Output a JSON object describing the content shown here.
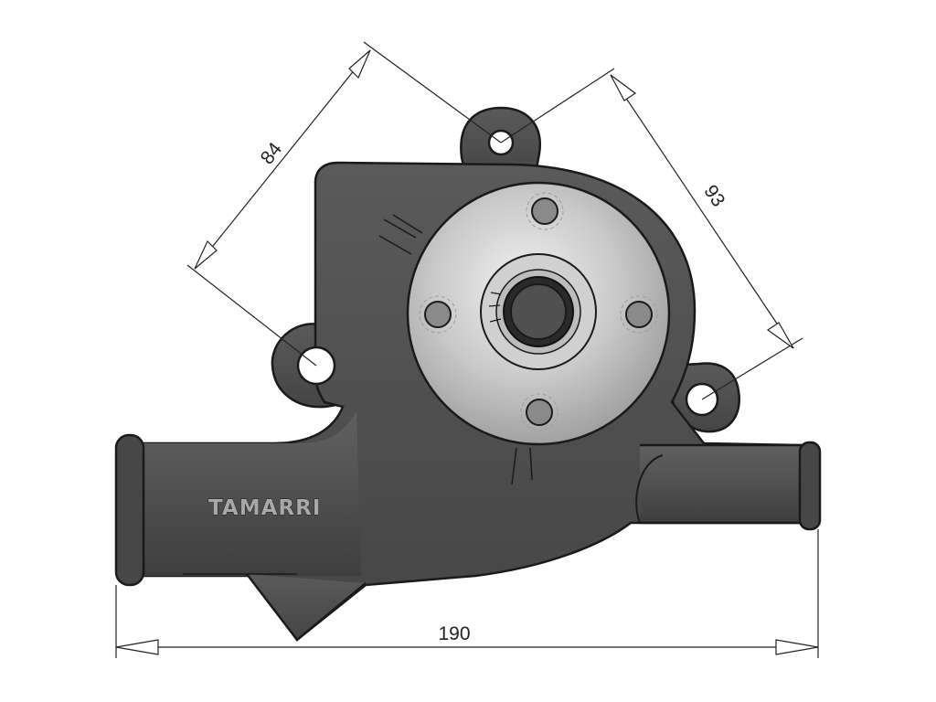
{
  "brand": {
    "name": "TAMARRI",
    "color": "#a8a8a8"
  },
  "dimensions": {
    "hole_spacing_left": "84",
    "hole_spacing_right": "93",
    "overall_width": "190"
  },
  "colors": {
    "body": "#4f4f4f",
    "flange": "#c9c9c9",
    "outline": "#1a1a1a",
    "dimension_line": "#222222"
  }
}
